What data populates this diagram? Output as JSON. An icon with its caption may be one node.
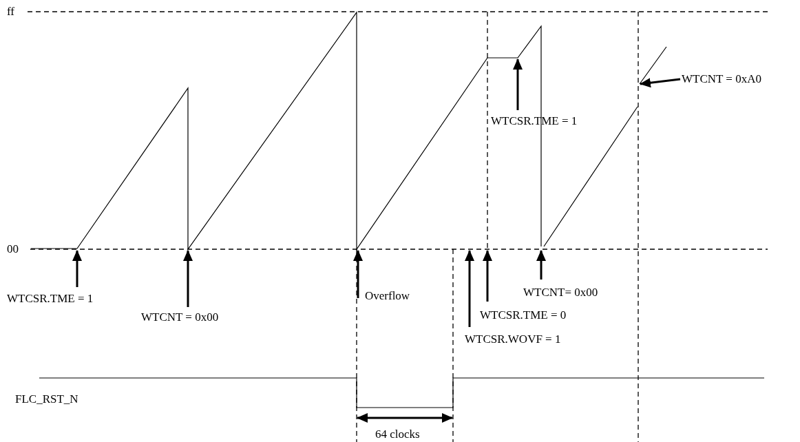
{
  "diagram": {
    "nodes": [
      {
        "text": [
          "WTCNT = 0xA0"
        ]
      },
      {
        "text": [
          "WTCSR.TME = 1"
        ]
      },
      {
        "text": [
          "WTCNT= 0x00"
        ]
      },
      {
        "text": [
          "Overflow"
        ]
      },
      {
        "text": [
          "WTCSR.TME = 1"
        ]
      },
      {
        "text": [
          "WTCSR.TME = 0"
        ]
      },
      {
        "text": [
          "WTCNT = 0x00"
        ]
      },
      {
        "text": [
          "WTCSR.WOVF = 1"
        ]
      }
    ],
    "edges": [
      {
        "from": 0,
        "to": null,
        "arrow": "to"
      },
      {
        "from": 1,
        "to": null,
        "arrow": "to"
      },
      {
        "from": 2,
        "to": null,
        "arrow": "to"
      },
      {
        "from": 3,
        "to": null,
        "arrow": "to"
      },
      {
        "from": 4,
        "to": null,
        "arrow": "to"
      },
      {
        "from": 5,
        "to": null,
        "arrow": "to"
      },
      {
        "from": 6,
        "to": null,
        "arrow": "to"
      },
      {
        "from": 7,
        "to": null,
        "arrow": "to"
      }
    ],
    "labels": [
      "ff",
      "00",
      "FLC_RST_N",
      "64 clocks"
    ]
  }
}
